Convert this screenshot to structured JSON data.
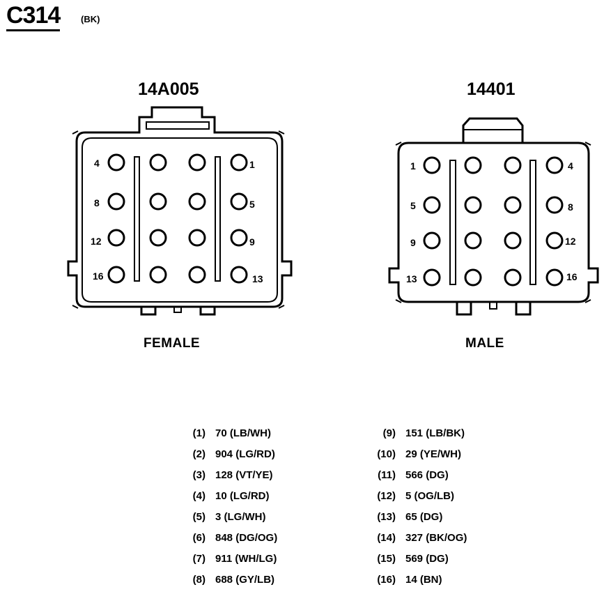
{
  "header": {
    "connector_id": "C314",
    "color_code": "(BK)"
  },
  "female": {
    "part_number": "14A005",
    "label": "FEMALE",
    "pin_labels": {
      "p4": "4",
      "p1": "1",
      "p8": "8",
      "p5": "5",
      "p12": "12",
      "p9": "9",
      "p16": "16",
      "p13": "13"
    }
  },
  "male": {
    "part_number": "14401",
    "label": "MALE",
    "pin_labels": {
      "p1": "1",
      "p4": "4",
      "p5": "5",
      "p8": "8",
      "p9": "9",
      "p12": "12",
      "p13": "13",
      "p16": "16"
    }
  },
  "pinout_left": [
    {
      "pin": "(1)",
      "circuit": "70 (LB/WH)"
    },
    {
      "pin": "(2)",
      "circuit": "904 (LG/RD)"
    },
    {
      "pin": "(3)",
      "circuit": "128 (VT/YE)"
    },
    {
      "pin": "(4)",
      "circuit": "10 (LG/RD)"
    },
    {
      "pin": "(5)",
      "circuit": "3 (LG/WH)"
    },
    {
      "pin": "(6)",
      "circuit": "848 (DG/OG)"
    },
    {
      "pin": "(7)",
      "circuit": "911 (WH/LG)"
    },
    {
      "pin": "(8)",
      "circuit": "688 (GY/LB)"
    }
  ],
  "pinout_right": [
    {
      "pin": "(9)",
      "circuit": "151 (LB/BK)"
    },
    {
      "pin": "(10)",
      "circuit": "29 (YE/WH)"
    },
    {
      "pin": "(11)",
      "circuit": "566 (DG)"
    },
    {
      "pin": "(12)",
      "circuit": "5 (OG/LB)"
    },
    {
      "pin": "(13)",
      "circuit": "65 (DG)"
    },
    {
      "pin": "(14)",
      "circuit": "327 (BK/OG)"
    },
    {
      "pin": "(15)",
      "circuit": "569 (DG)"
    },
    {
      "pin": "(16)",
      "circuit": "14 (BN)"
    }
  ]
}
